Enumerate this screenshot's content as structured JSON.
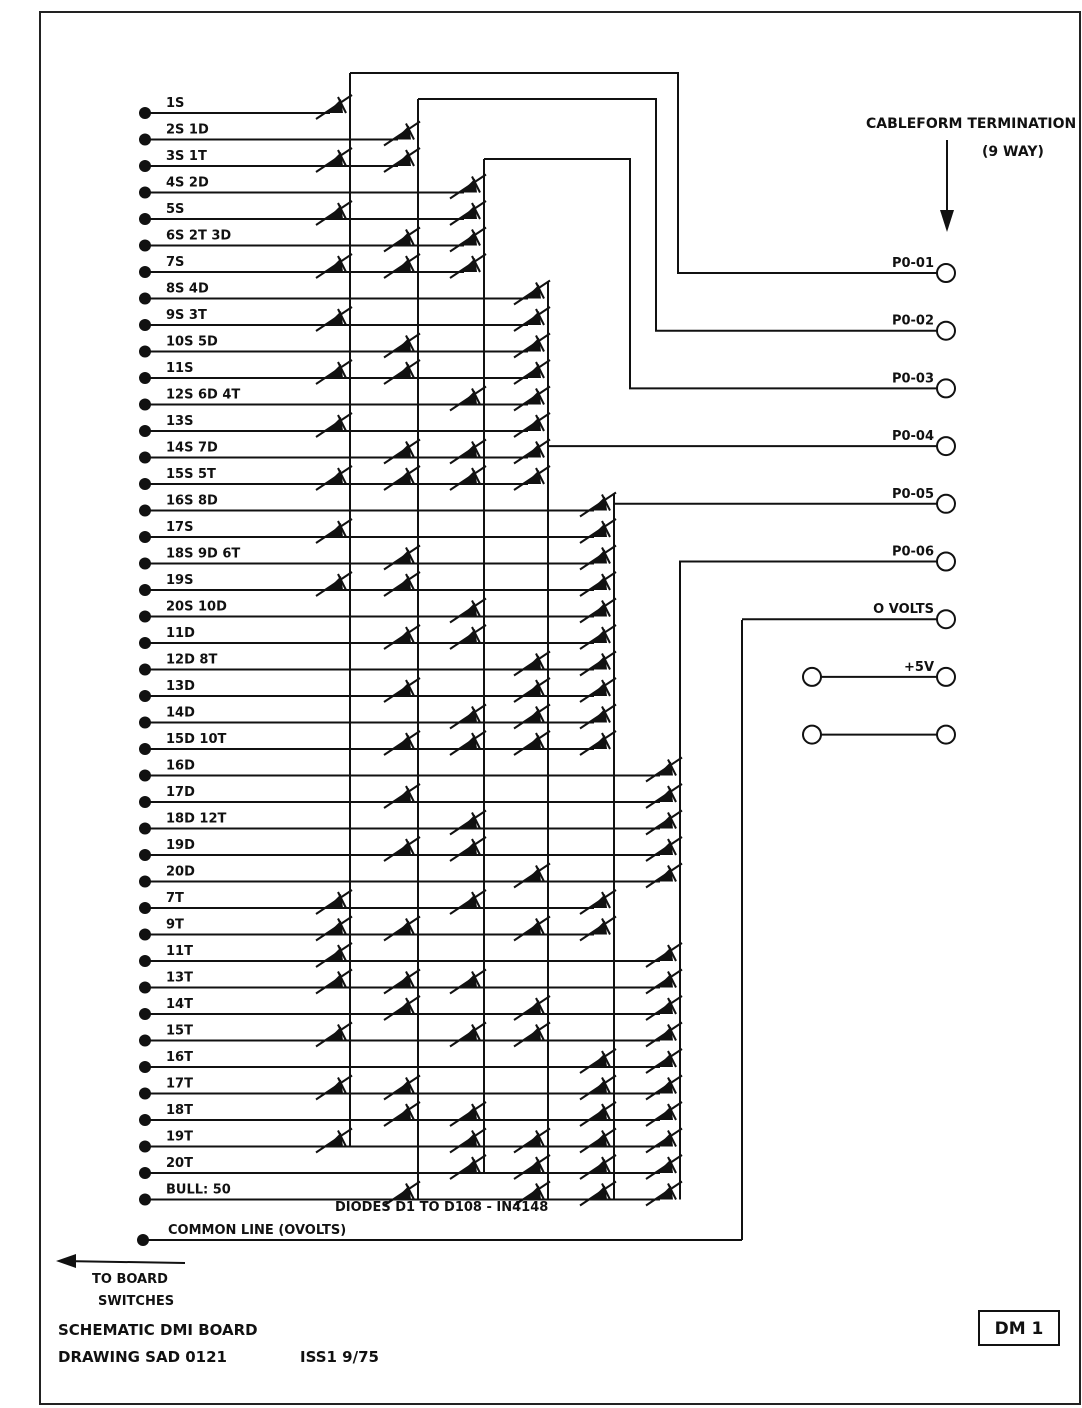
{
  "rows": [
    {
      "label": "1S",
      "diodes": [
        1
      ]
    },
    {
      "label": "2S 1D",
      "diodes": [
        2
      ]
    },
    {
      "label": "3S 1T",
      "diodes": [
        1,
        2
      ]
    },
    {
      "label": "4S 2D",
      "diodes": [
        3
      ]
    },
    {
      "label": "5S",
      "diodes": [
        1,
        3
      ]
    },
    {
      "label": "6S 2T 3D",
      "diodes": [
        2,
        3
      ]
    },
    {
      "label": "7S",
      "diodes": [
        1,
        2,
        3
      ]
    },
    {
      "label": "8S 4D",
      "diodes": [
        4
      ]
    },
    {
      "label": "9S 3T",
      "diodes": [
        1,
        4
      ]
    },
    {
      "label": "10S 5D",
      "diodes": [
        2,
        4
      ]
    },
    {
      "label": "11S",
      "diodes": [
        1,
        2,
        4
      ]
    },
    {
      "label": "12S 6D 4T",
      "diodes": [
        3,
        4
      ]
    },
    {
      "label": "13S",
      "diodes": [
        1,
        4
      ]
    },
    {
      "label": "14S 7D",
      "diodes": [
        2,
        3,
        4
      ]
    },
    {
      "label": "15S 5T",
      "diodes": [
        1,
        2,
        3,
        4
      ]
    },
    {
      "label": "16S 8D",
      "diodes": [
        5
      ]
    },
    {
      "label": "17S",
      "diodes": [
        1,
        5
      ]
    },
    {
      "label": "18S 9D 6T",
      "diodes": [
        2,
        5
      ]
    },
    {
      "label": "19S",
      "diodes": [
        1,
        2,
        5
      ]
    },
    {
      "label": "20S 10D",
      "diodes": [
        3,
        5
      ]
    },
    {
      "label": "11D",
      "diodes": [
        2,
        3,
        5
      ]
    },
    {
      "label": "12D 8T",
      "diodes": [
        4,
        5
      ]
    },
    {
      "label": "13D",
      "diodes": [
        2,
        4,
        5
      ]
    },
    {
      "label": "14D",
      "diodes": [
        3,
        4,
        5
      ]
    },
    {
      "label": "15D 10T",
      "diodes": [
        2,
        3,
        4,
        5
      ]
    },
    {
      "label": "16D",
      "diodes": [
        6
      ]
    },
    {
      "label": "17D",
      "diodes": [
        2,
        6
      ]
    },
    {
      "label": "18D 12T",
      "diodes": [
        3,
        6
      ]
    },
    {
      "label": "19D",
      "diodes": [
        2,
        3,
        6
      ]
    },
    {
      "label": "20D",
      "diodes": [
        4,
        6
      ]
    },
    {
      "label": "7T",
      "diodes": [
        1,
        3,
        5
      ]
    },
    {
      "label": "9T",
      "diodes": [
        1,
        2,
        4,
        5
      ]
    },
    {
      "label": "11T",
      "diodes": [
        1,
        6
      ]
    },
    {
      "label": "13T",
      "diodes": [
        1,
        2,
        3,
        6
      ]
    },
    {
      "label": "14T",
      "diodes": [
        2,
        4,
        6
      ]
    },
    {
      "label": "15T",
      "diodes": [
        1,
        3,
        4,
        6
      ]
    },
    {
      "label": "16T",
      "diodes": [
        5,
        6
      ]
    },
    {
      "label": "17T",
      "diodes": [
        1,
        2,
        5,
        6
      ]
    },
    {
      "label": "18T",
      "diodes": [
        2,
        3,
        5,
        6
      ]
    },
    {
      "label": "19T",
      "diodes": [
        1,
        3,
        4,
        5,
        6
      ]
    },
    {
      "label": "20T",
      "diodes": [
        3,
        4,
        5,
        6
      ]
    },
    {
      "label": "BULL: 50",
      "diodes": [
        2,
        4,
        5,
        6
      ]
    }
  ],
  "common_line_label": "COMMON LINE (OVOLTS)",
  "diodes_note": "DIODES D1 TO D108 - IN4148",
  "arrow_label_line1": "TO BOARD",
  "arrow_label_line2": "SWITCHES",
  "cableform_line1": "CABLEFORM TERMINATION",
  "cableform_line2": "(9 WAY)",
  "terminals": [
    {
      "label": "P0-01"
    },
    {
      "label": "P0-02"
    },
    {
      "label": "P0-03"
    },
    {
      "label": "P0-04"
    },
    {
      "label": "P0-05"
    },
    {
      "label": "P0-06"
    },
    {
      "label": "O VOLTS"
    },
    {
      "label": "+5V"
    },
    {
      "label": ""
    }
  ],
  "title_line1": "SCHEMATIC DMI BOARD",
  "title_line2": "DRAWING SAD 0121",
  "issue": "ISS1 9/75",
  "drawing_id": "DM 1"
}
